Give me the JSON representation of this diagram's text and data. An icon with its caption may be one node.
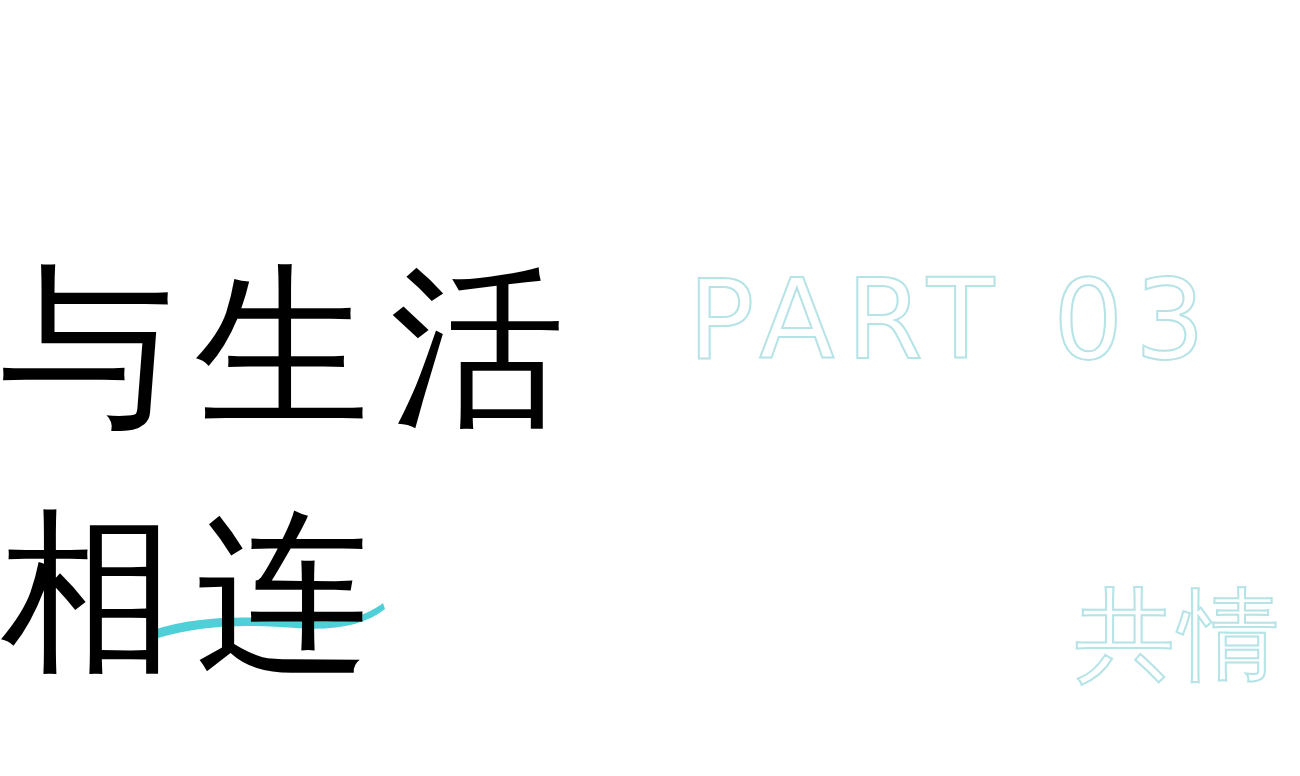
{
  "diagram": {
    "title": "与生活相连",
    "labels": [
      "PART 03",
      "共情"
    ]
  }
}
